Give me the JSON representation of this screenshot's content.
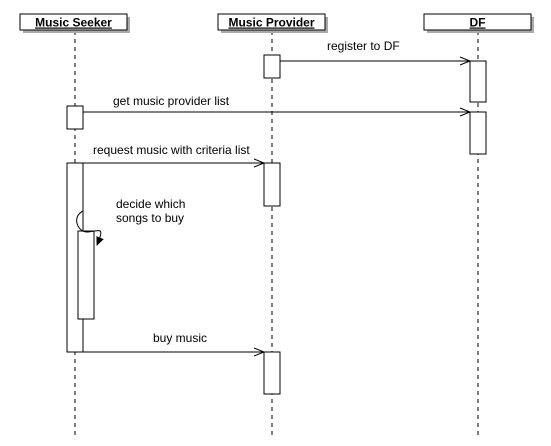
{
  "actors": {
    "seeker": "Music Seeker",
    "provider": "Music Provider",
    "df": "DF"
  },
  "messages": {
    "register": "register to DF",
    "get_list": "get music provider list",
    "request": "request music with criteria list",
    "decide_line1": "decide which",
    "decide_line2": "songs to buy",
    "buy": "buy music"
  },
  "colors": {
    "line": "#000000",
    "fill": "#ffffff",
    "shadow": "#aaaaaa"
  }
}
